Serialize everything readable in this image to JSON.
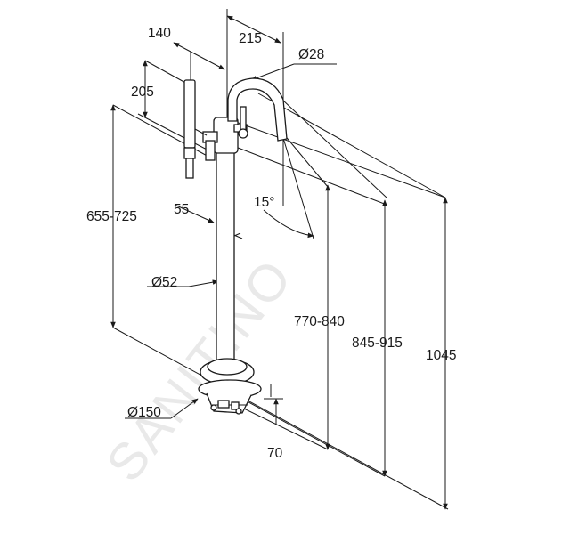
{
  "watermark": {
    "text": "SANITINO"
  },
  "dimensions": {
    "handshower_offset": "140",
    "spout_reach": "215",
    "spout_diameter": "Ø28",
    "handshower_height": "205",
    "height_range_low": "655-725",
    "pipe_offset": "55",
    "spout_angle": "15°",
    "pipe_diameter": "Ø52",
    "spout_height_range": "770-840",
    "handle_height_range": "845-915",
    "total_height": "1045",
    "base_diameter": "Ø150",
    "base_depth": "70"
  }
}
